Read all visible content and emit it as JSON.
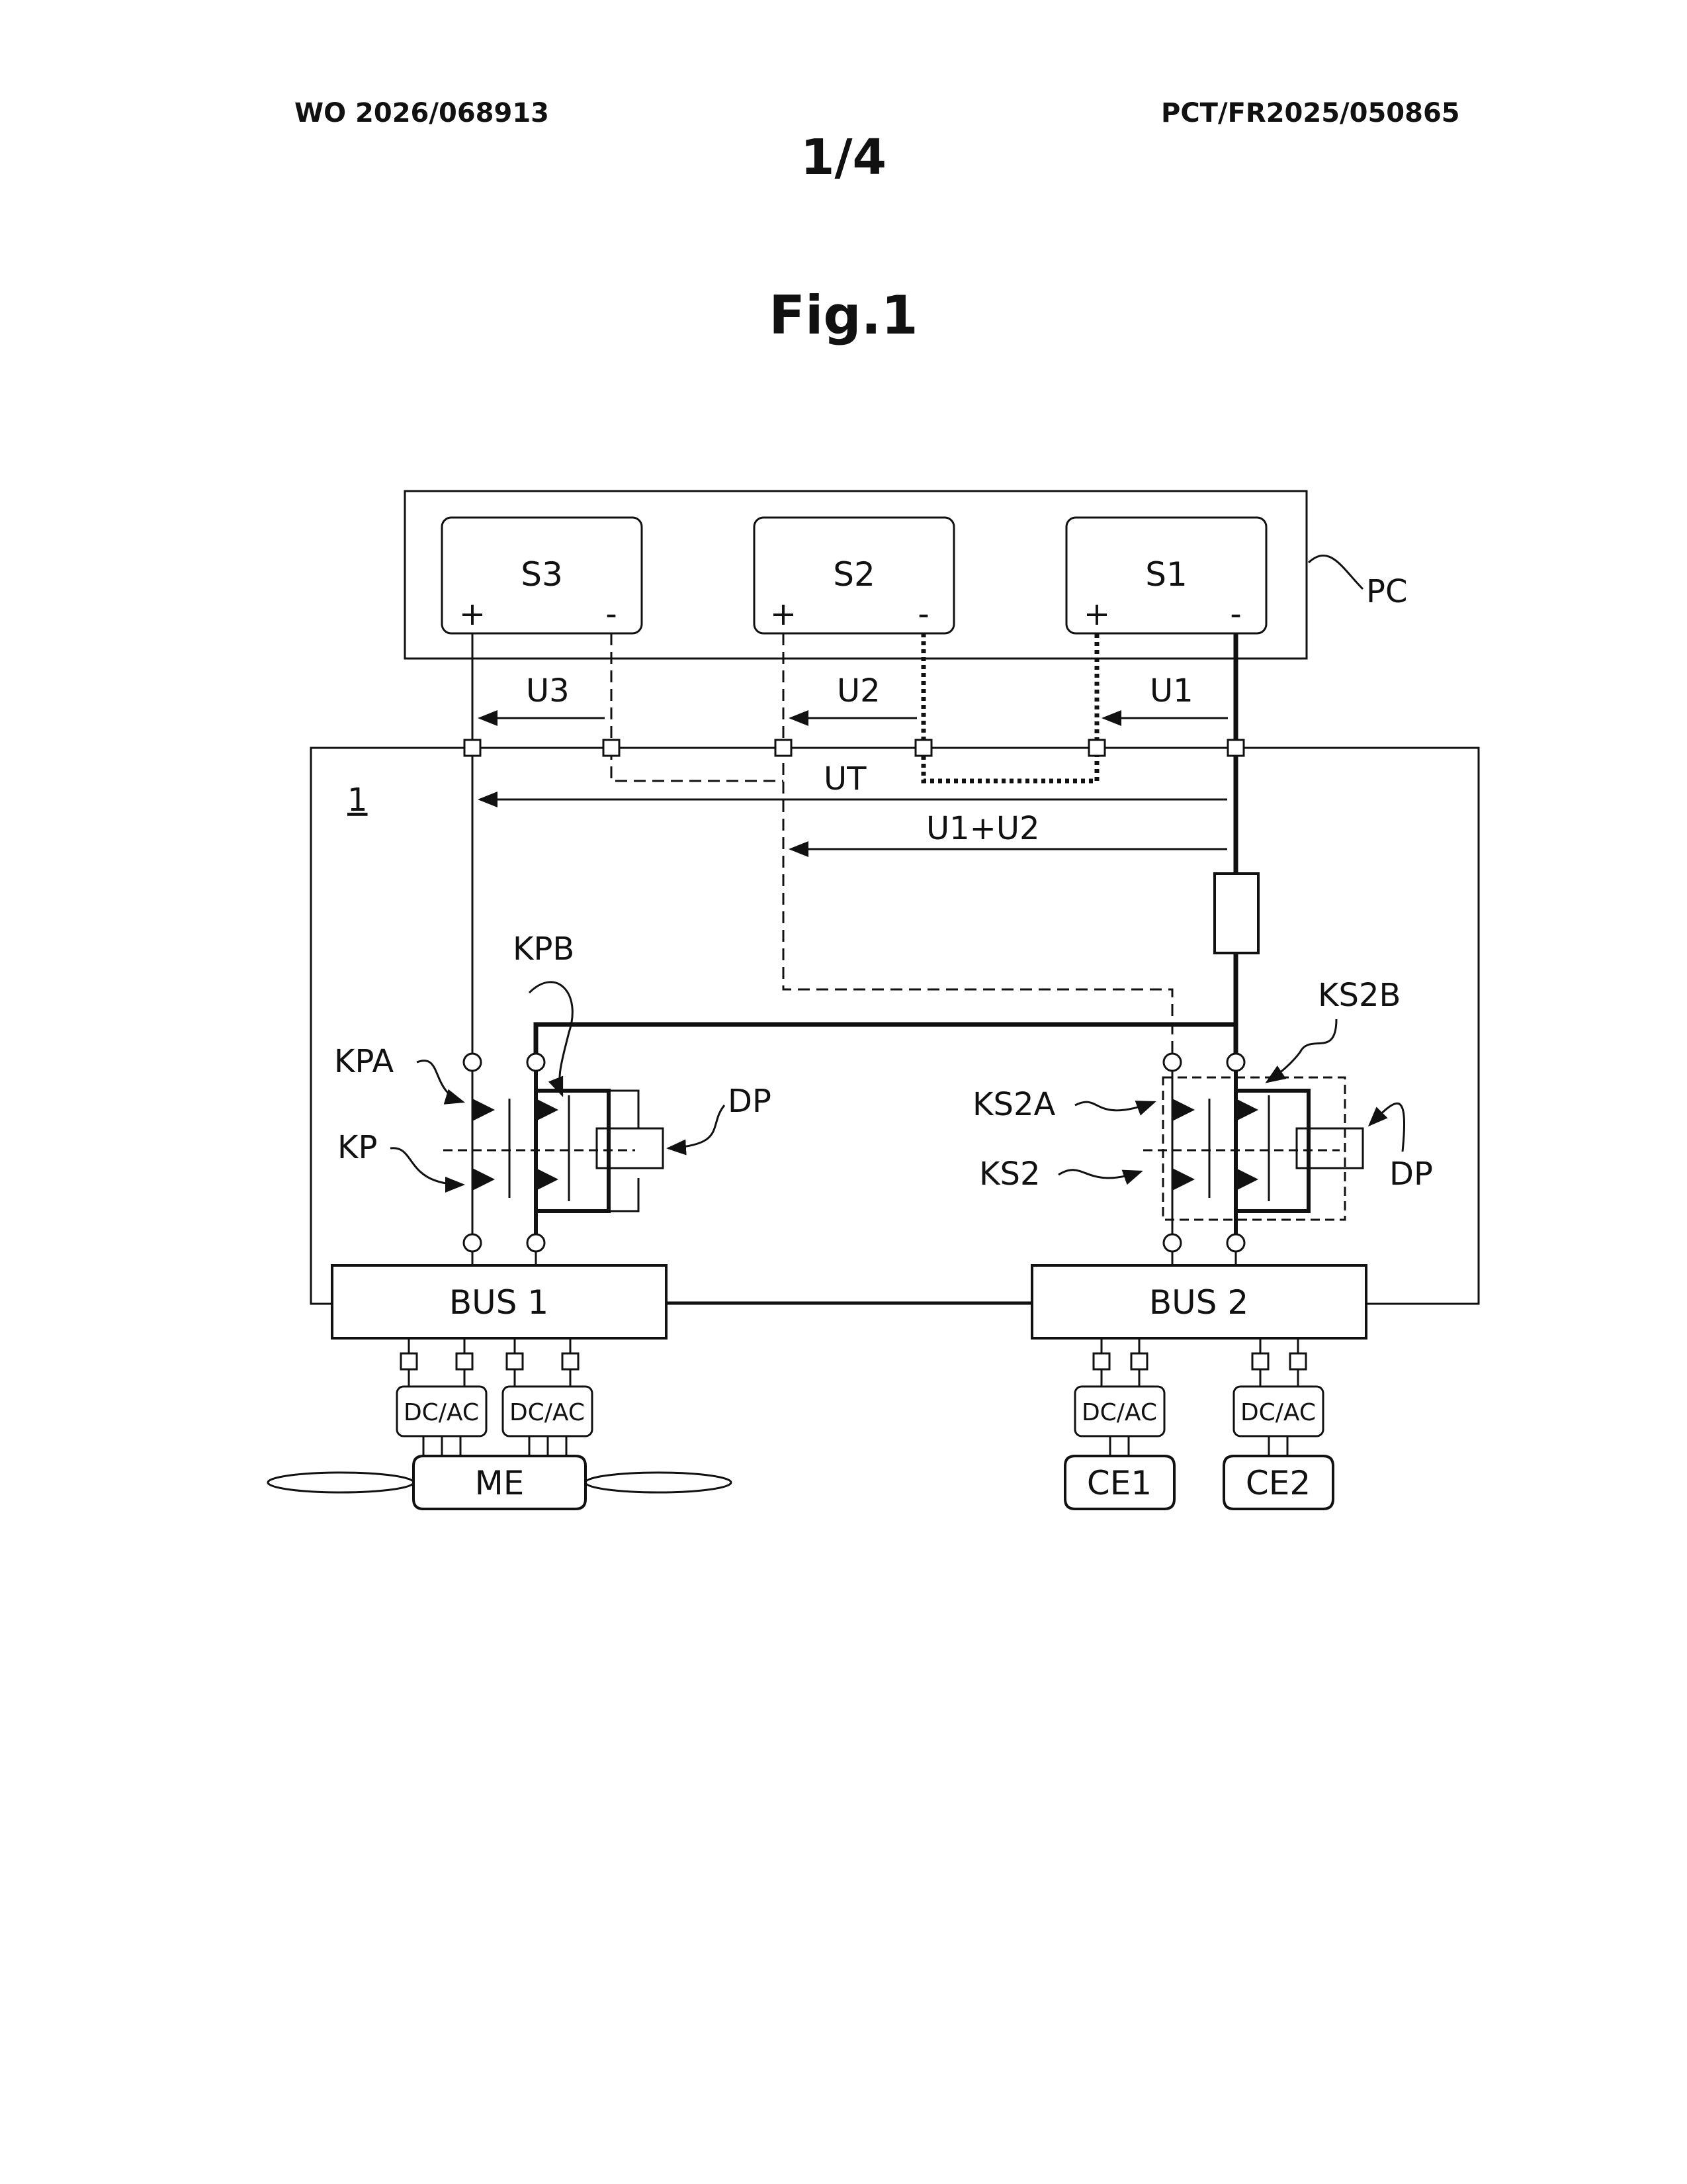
{
  "header": {
    "publication_number": "WO 2026/068913",
    "application_number": "PCT/FR2025/050865",
    "sheet": "1/4"
  },
  "figure": {
    "title": "Fig.1",
    "sources": [
      {
        "name": "S3",
        "plus": "+",
        "minus": "-"
      },
      {
        "name": "S2",
        "plus": "+",
        "minus": "-"
      },
      {
        "name": "S1",
        "plus": "+",
        "minus": "-"
      }
    ],
    "pack_label": "PC",
    "system_label": "1",
    "voltages": {
      "u3": "U3",
      "u2": "U2",
      "u1": "U1",
      "ut": "UT",
      "u1u2": "U1+U2"
    },
    "components": {
      "kpb": "KPB",
      "kpa": "KPA",
      "kp": "KP",
      "dp_left": "DP",
      "ks2b": "KS2B",
      "ks2a": "KS2A",
      "ks2": "KS2",
      "dp_right": "DP"
    },
    "buses": {
      "bus1": "BUS 1",
      "bus2": "BUS 2"
    },
    "converters": [
      "DC/AC",
      "DC/AC",
      "DC/AC",
      "DC/AC"
    ],
    "loads": {
      "motor": "ME",
      "ce1": "CE1",
      "ce2": "CE2"
    }
  }
}
